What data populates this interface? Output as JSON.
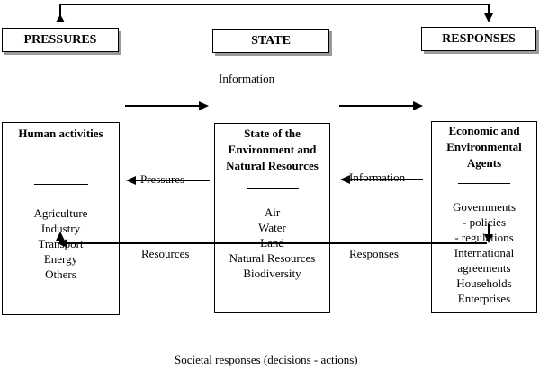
{
  "headers": {
    "pressures": "PRESSURES",
    "state": "STATE",
    "responses": "RESPONSES"
  },
  "labels": {
    "information_top": "Information",
    "pressures_arrow": "Pressures",
    "information_mid": "Information",
    "resources": "Resources",
    "responses": "Responses",
    "societal": "Societal responses (decisions - actions)"
  },
  "boxes": {
    "human": {
      "title": "Human activities",
      "items": [
        "Agriculture",
        "Industry",
        "Transport",
        "Energy",
        "Others"
      ]
    },
    "state": {
      "title_lines": [
        "State of the",
        "Environment and",
        "Natural Resources"
      ],
      "items": [
        "Air",
        "Water",
        "Land",
        "Natural Resources",
        "Biodiversity"
      ]
    },
    "agents": {
      "title_lines": [
        "Economic and",
        "Environmental",
        "Agents"
      ],
      "items": [
        "Governments",
        "- policies",
        "- regulations",
        "International",
        "agreements",
        "Households",
        "Enterprises"
      ]
    }
  }
}
